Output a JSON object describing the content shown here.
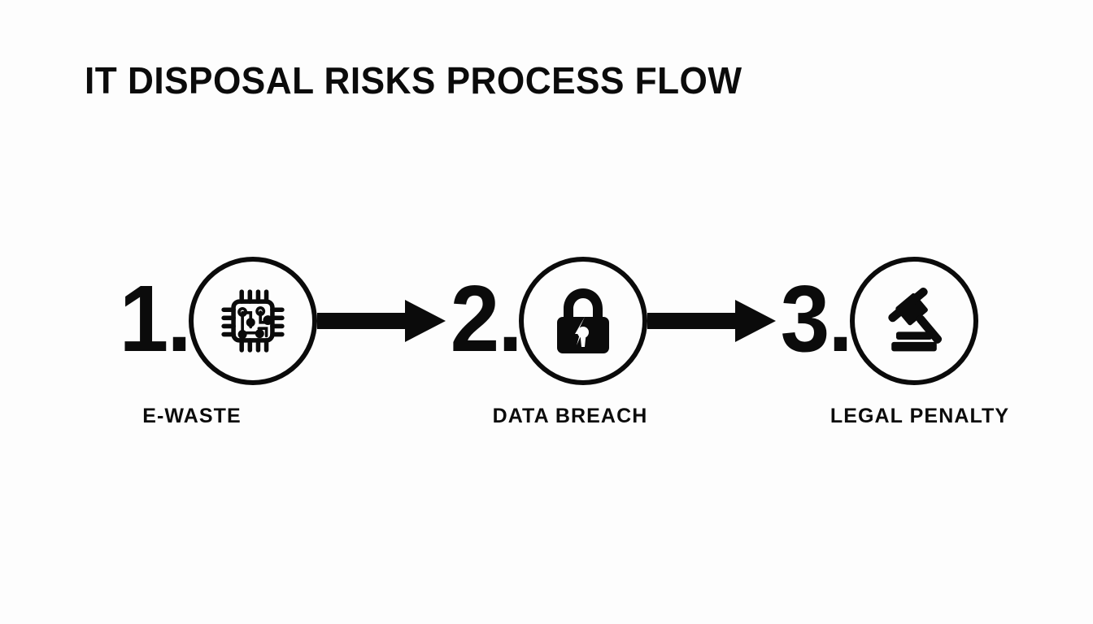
{
  "page": {
    "title": "IT DISPOSAL RISKS PROCESS FLOW",
    "background_color": "#fdfdfd",
    "foreground_color": "#0b0b0b"
  },
  "flow": {
    "steps": [
      {
        "number": "1.",
        "icon": "microchip-icon",
        "label": "E-WASTE"
      },
      {
        "number": "2.",
        "icon": "broken-padlock-icon",
        "label": "DATA BREACH"
      },
      {
        "number": "3.",
        "icon": "gavel-icon",
        "label": "LEGAL PENALTY"
      }
    ],
    "connectors": [
      {
        "icon": "arrow-right-icon"
      },
      {
        "icon": "arrow-right-icon"
      }
    ]
  }
}
